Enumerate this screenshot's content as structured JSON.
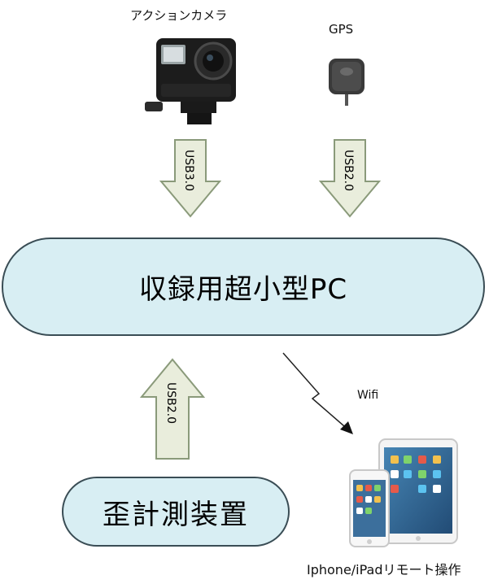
{
  "nodes": {
    "camera_label": "アクションカメラ",
    "gps_label": "GPS",
    "pc_label": "収録用超小型PC",
    "strain_label": "歪計測装置",
    "device_label": "Iphone/iPadリモート操作"
  },
  "links": {
    "camera_usb": "USB3.0",
    "gps_usb": "USB2.0",
    "strain_usb": "USB2.0",
    "wifi": "Wifi"
  },
  "colors": {
    "box_fill": "#d8eef3",
    "box_border": "#3a4d55",
    "arrow_fill": "#e9eddc",
    "arrow_border": "#8a9a7a"
  }
}
